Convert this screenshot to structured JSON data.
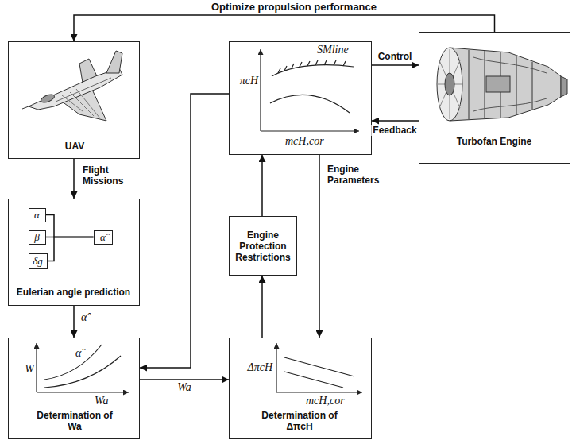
{
  "diagram": {
    "nodes": [
      {
        "text": [
          "UAV"
        ]
      },
      {
        "text": [
          "SMline",
          "πcH",
          "mcH,cor"
        ]
      },
      {
        "text": [
          "Turbofan Engine"
        ]
      },
      {
        "text": [
          "Eulerian angle prediction"
        ]
      },
      {
        "text": [
          "α"
        ],
        "in": 3
      },
      {
        "text": [
          "β"
        ],
        "in": 3
      },
      {
        "text": [
          "δg"
        ],
        "in": 3
      },
      {
        "text": [
          "α̂"
        ],
        "in": 3
      },
      {
        "text": [
          "Engine Protection Restrictions"
        ]
      },
      {
        "text": [
          "W",
          "α̂",
          "Wa",
          "Determination of Wa"
        ]
      },
      {
        "text": [
          "ΔπcH",
          "mcH,cor",
          "Determination of ΔπcH"
        ]
      }
    ],
    "edges": [
      {
        "from": 2,
        "to": 0,
        "label": "Optimize propulsion performance",
        "arrow": "to"
      },
      {
        "from": 1,
        "to": 2,
        "label": "Control",
        "arrow": "to"
      },
      {
        "from": 2,
        "to": 1,
        "label": "Feedback",
        "arrow": "to"
      },
      {
        "from": 0,
        "to": 3,
        "label": "Flight Missions",
        "arrow": "to"
      },
      {
        "from": 3,
        "to": 9,
        "label": "α̂",
        "arrow": "to"
      },
      {
        "from": 9,
        "to": 10,
        "label": "Wa",
        "arrow": "to"
      },
      {
        "from": 1,
        "to": 10,
        "label": "Engine Parameters",
        "arrow": "to"
      },
      {
        "from": 10,
        "to": 8,
        "arrow": "to"
      },
      {
        "from": 8,
        "to": 1,
        "arrow": "to"
      },
      {
        "from": 1,
        "to": 9,
        "arrow": "to"
      },
      {
        "from": 4,
        "to": 7,
        "arrow": "none"
      },
      {
        "from": 5,
        "to": 7,
        "arrow": "none"
      },
      {
        "from": 6,
        "to": 7,
        "arrow": "none"
      }
    ]
  }
}
